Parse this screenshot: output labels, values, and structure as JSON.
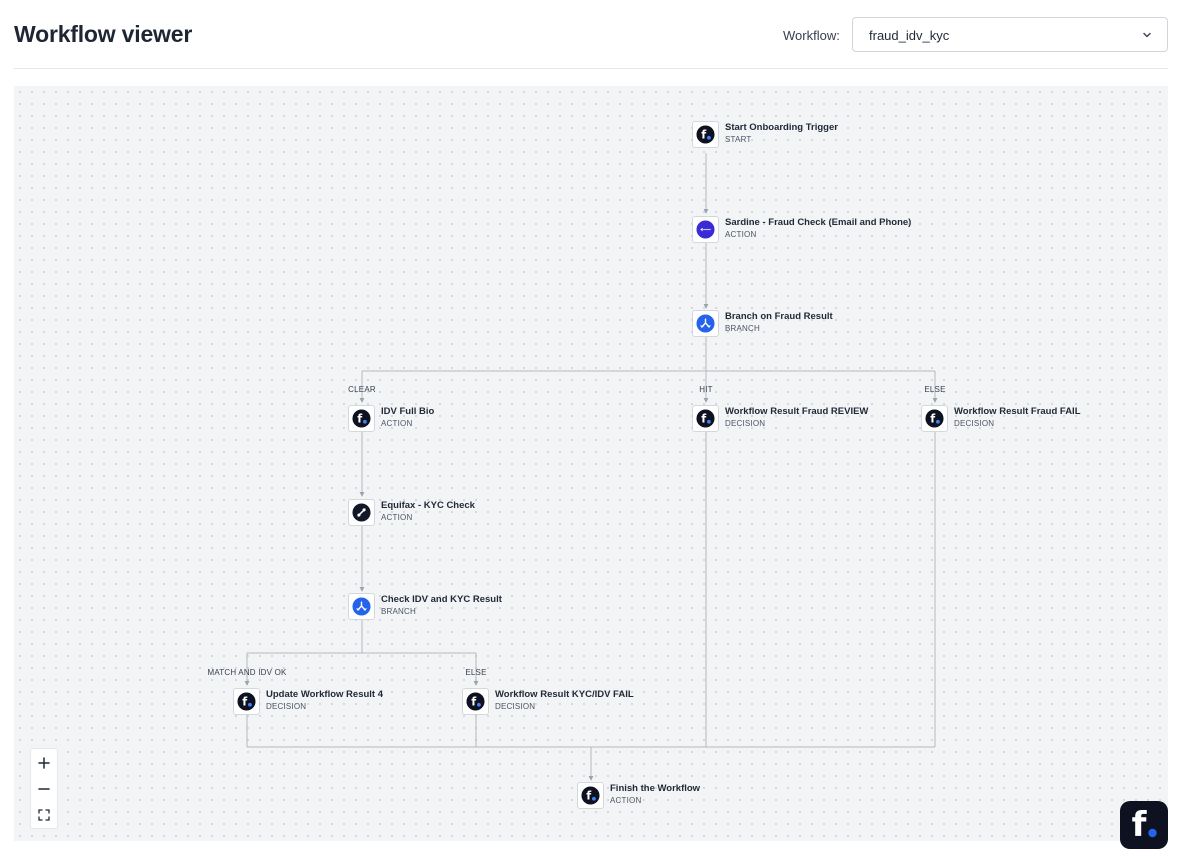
{
  "header": {
    "title": "Workflow viewer",
    "workflow_label": "Workflow:",
    "workflow_value": "fraud_idv_kyc"
  },
  "nodes": [
    {
      "id": "start",
      "title": "Start Onboarding Trigger",
      "kind": "START",
      "icon": "fingerprint-logo-icon"
    },
    {
      "id": "sardine",
      "title": "Sardine - Fraud Check (Email and Phone)",
      "kind": "ACTION",
      "icon": "sardine-logo-icon"
    },
    {
      "id": "branch_fraud",
      "title": "Branch on Fraud Result",
      "kind": "BRANCH",
      "icon": "branch-icon"
    },
    {
      "id": "idv",
      "title": "IDV Full Bio",
      "kind": "ACTION",
      "icon": "fingerprint-logo-icon"
    },
    {
      "id": "review",
      "title": "Workflow Result Fraud REVIEW",
      "kind": "DECISION",
      "icon": "fingerprint-logo-icon"
    },
    {
      "id": "fail",
      "title": "Workflow Result Fraud FAIL",
      "kind": "DECISION",
      "icon": "fingerprint-logo-icon"
    },
    {
      "id": "equifax",
      "title": "Equifax - KYC Check",
      "kind": "ACTION",
      "icon": "equifax-logo-icon"
    },
    {
      "id": "check",
      "title": "Check IDV and KYC Result",
      "kind": "BRANCH",
      "icon": "branch-icon"
    },
    {
      "id": "update4",
      "title": "Update Workflow Result 4",
      "kind": "DECISION",
      "icon": "fingerprint-logo-icon"
    },
    {
      "id": "kycfail",
      "title": "Workflow Result KYC/IDV FAIL",
      "kind": "DECISION",
      "icon": "fingerprint-logo-icon"
    },
    {
      "id": "finish",
      "title": "Finish the Workflow",
      "kind": "ACTION",
      "icon": "fingerprint-logo-icon"
    }
  ],
  "edge_labels": {
    "clear": "CLEAR",
    "hit": "HIT",
    "else_fraud": "ELSE",
    "match": "MATCH AND IDV OK",
    "else_kyc": "ELSE"
  },
  "controls": {
    "zoom_in": "zoom-in-icon",
    "zoom_out": "zoom-out-icon",
    "fit_view": "fit-view-icon"
  },
  "colors": {
    "canvas_bg": "#f3f4f6",
    "edge": "#b4b8bf",
    "logo_dark": "#0e1220",
    "accent_blue": "#2563eb",
    "sardine_purple": "#3b2bd6"
  }
}
